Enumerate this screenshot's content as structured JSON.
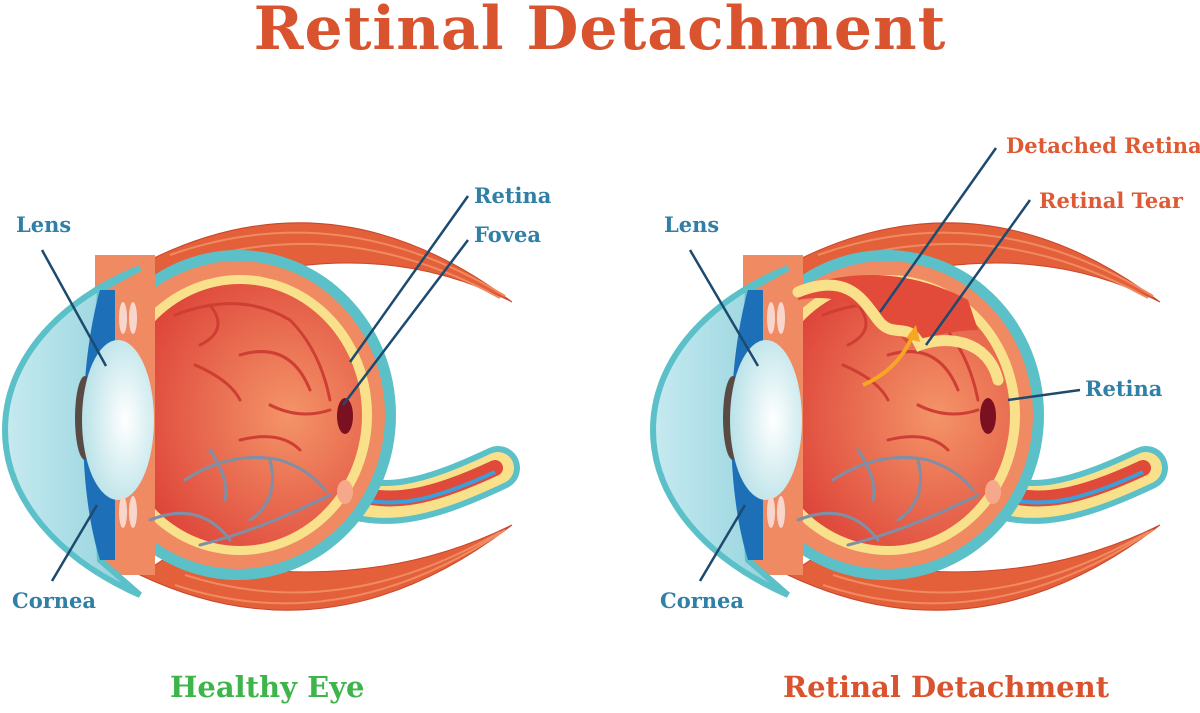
{
  "title": "Retinal Detachment",
  "healthy_eye": {
    "caption": "Healthy Eye",
    "labels": {
      "lens": "Lens",
      "cornea": "Cornea",
      "retina": "Retina",
      "fovea": "Fovea"
    }
  },
  "detached_eye": {
    "caption": "Retinal Detachment",
    "labels": {
      "lens": "Lens",
      "cornea": "Cornea",
      "detached_retina": "Detached Retina",
      "retinal_tear": "Retinal Tear",
      "retina": "Retina"
    }
  },
  "colors": {
    "title": "#d9532f",
    "healthy_caption": "#3db54a",
    "label_blue": "#2f7fa6",
    "label_red": "#de5a34"
  }
}
